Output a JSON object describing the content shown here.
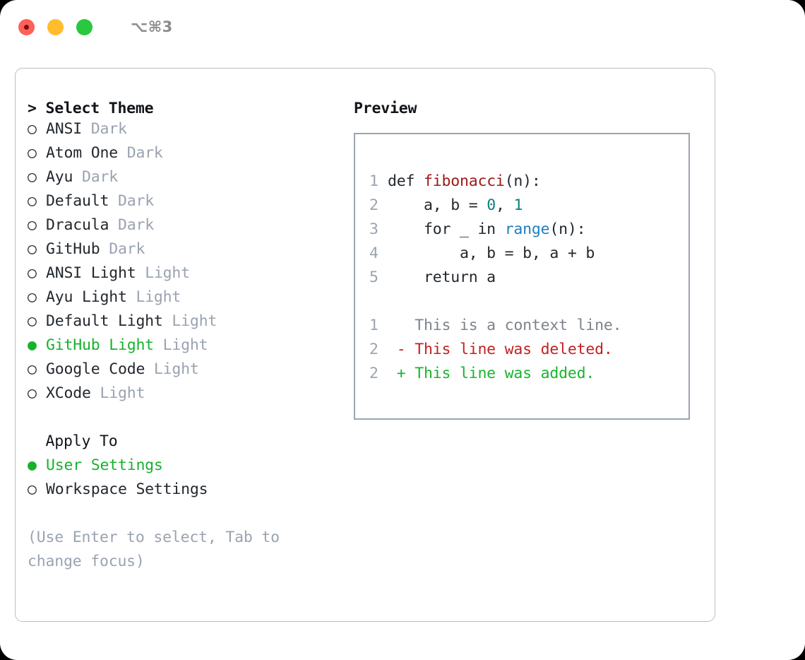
{
  "titlebar": {
    "shortcut": "⌥⌘3",
    "buttons": {
      "close": "close",
      "minimize": "minimize",
      "maximize": "maximize"
    }
  },
  "theme_panel": {
    "heading": "Select Theme",
    "focus_marker": ">",
    "marker_selected": "●",
    "marker_unselected": "○",
    "items": [
      {
        "name": "ANSI",
        "variant": "Dark",
        "selected": false
      },
      {
        "name": "Atom One",
        "variant": "Dark",
        "selected": false
      },
      {
        "name": "Ayu",
        "variant": "Dark",
        "selected": false
      },
      {
        "name": "Default",
        "variant": "Dark",
        "selected": false
      },
      {
        "name": "Dracula",
        "variant": "Dark",
        "selected": false
      },
      {
        "name": "GitHub",
        "variant": "Dark",
        "selected": false
      },
      {
        "name": "ANSI Light",
        "variant": "Light",
        "selected": false
      },
      {
        "name": "Ayu Light",
        "variant": "Light",
        "selected": false
      },
      {
        "name": "Default Light",
        "variant": "Light",
        "selected": false
      },
      {
        "name": "GitHub Light",
        "variant": "Light",
        "selected": true
      },
      {
        "name": "Google Code",
        "variant": "Light",
        "selected": false
      },
      {
        "name": "XCode",
        "variant": "Light",
        "selected": false
      }
    ]
  },
  "apply_to": {
    "heading": "Apply To",
    "options": [
      {
        "label": "User Settings",
        "selected": true
      },
      {
        "label": "Workspace Settings",
        "selected": false
      }
    ]
  },
  "hint": "(Use Enter to select, Tab to change focus)",
  "preview": {
    "title": "Preview",
    "code_lines": [
      {
        "num": "1",
        "segments": [
          {
            "text": "def ",
            "style": "plain"
          },
          {
            "text": "fibonacci",
            "style": "fn"
          },
          {
            "text": "(n):",
            "style": "plain"
          }
        ]
      },
      {
        "num": "2",
        "segments": [
          {
            "text": "    a, b = ",
            "style": "plain"
          },
          {
            "text": "0",
            "style": "num"
          },
          {
            "text": ", ",
            "style": "plain"
          },
          {
            "text": "1",
            "style": "num"
          }
        ]
      },
      {
        "num": "3",
        "segments": [
          {
            "text": "    for _ in ",
            "style": "plain"
          },
          {
            "text": "range",
            "style": "call"
          },
          {
            "text": "(n):",
            "style": "plain"
          }
        ]
      },
      {
        "num": "4",
        "segments": [
          {
            "text": "        a, b = b, a + b",
            "style": "plain"
          }
        ]
      },
      {
        "num": "5",
        "segments": [
          {
            "text": "    return a",
            "style": "plain"
          }
        ]
      }
    ],
    "diff_lines": [
      {
        "num": "1",
        "prefix": "  ",
        "text": "This is a context line.",
        "kind": "context"
      },
      {
        "num": "2",
        "prefix": "- ",
        "text": "This line was deleted.",
        "kind": "deleted"
      },
      {
        "num": "2",
        "prefix": "+ ",
        "text": "This line was added.",
        "kind": "added"
      }
    ]
  },
  "colors": {
    "accent_green": "#17b22c",
    "muted": "#9aa3b0",
    "diff_deleted": "#c62020",
    "diff_added": "#18b52c",
    "token_function": "#a01818",
    "token_number": "#0d7d7d",
    "token_call": "#1e7fc0"
  }
}
